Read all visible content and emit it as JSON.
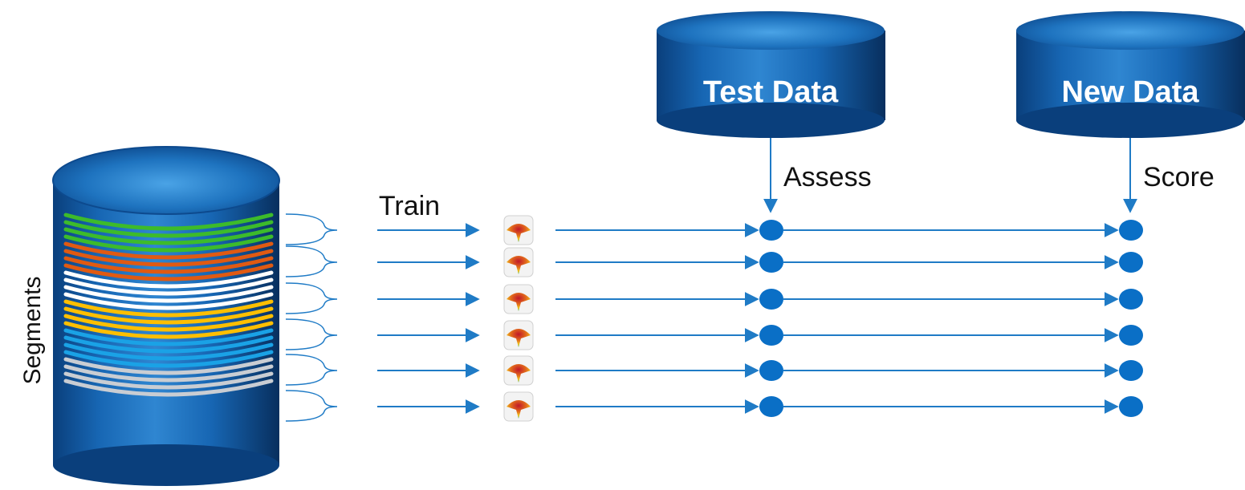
{
  "labels": {
    "segments": "Segments",
    "train": "Train",
    "assess": "Assess",
    "score": "Score"
  },
  "databases": {
    "test": "Test Data",
    "new": "New Data"
  },
  "colors": {
    "cylinder_dark": "#0a3f7c",
    "cylinder_mid": "#1766b3",
    "cylinder_light": "#3a8fd6",
    "connector": "#1f7bc6",
    "node": "#0a6fc6",
    "segment_colors": [
      "#3dbb2b",
      "#e05a12",
      "#ffffff",
      "#ffbf00",
      "#1aa2e6",
      "#c9cdd3"
    ]
  },
  "segments_count": 6,
  "model_icon": "3d-surface-plot-icon",
  "node_icon": "circle-node-icon"
}
